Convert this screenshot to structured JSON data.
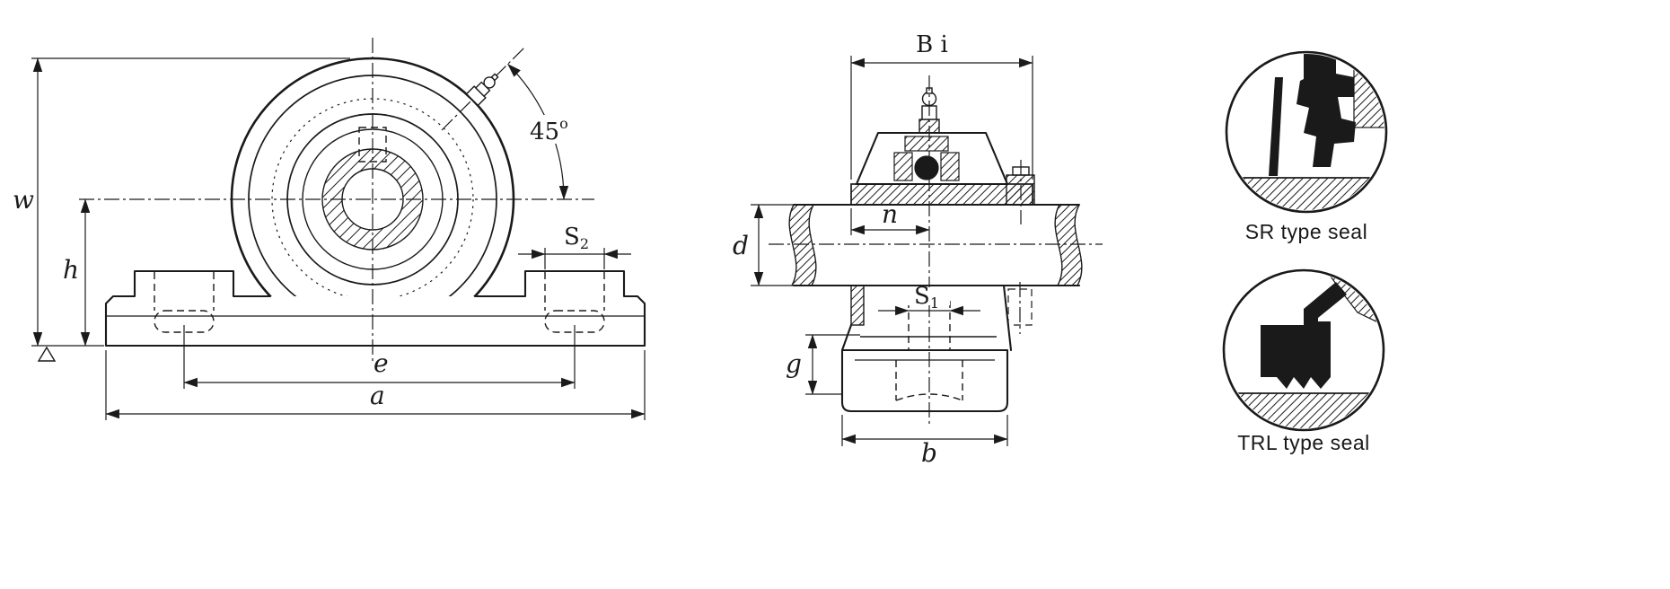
{
  "drawing": {
    "front_view": {
      "w": "w",
      "h": "h",
      "e": "e",
      "a": "a",
      "s_base": "S",
      "s_sub": "2",
      "angle_base": "45",
      "angle_sup": "o"
    },
    "side_view": {
      "bi": "B i",
      "n": "n",
      "d": "d",
      "s_base": "S",
      "s_sub": "1",
      "g": "g",
      "b": "b"
    },
    "seals": {
      "sr": "SR type seal",
      "trl": "TRL type seal"
    },
    "colors": {
      "ink": "#1a1a1a",
      "background": "#ffffff"
    }
  }
}
